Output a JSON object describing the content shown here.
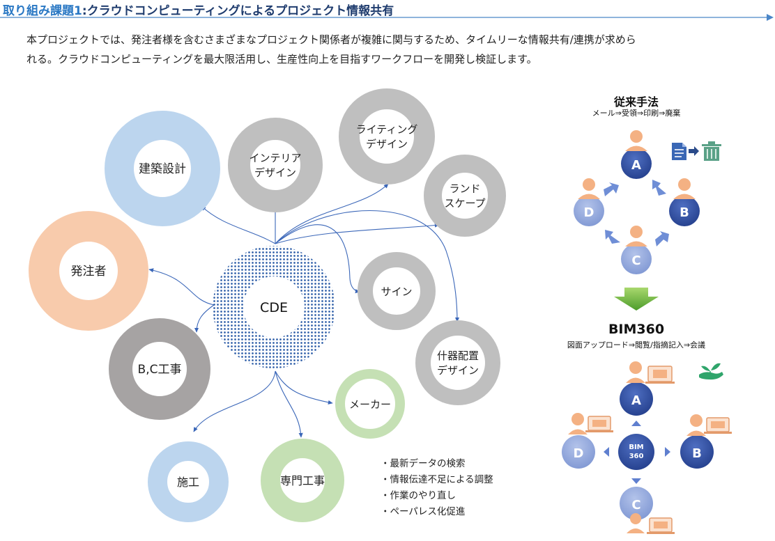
{
  "header": {
    "title_lead": "取り組み課題1",
    "title_rest": ":クラウドコンピューティングによるプロジェクト情報共有"
  },
  "intro": {
    "line1": "本プロジェクトでは、発注者様を含むさまざまなプロジェクト関係者が複雑に関与するため、タイムリーな情報共有/連携が求めら",
    "line2": "れる。クラウドコンピューティングを最大限活用し、生産性向上を目指すワークフローを開発し検証します。"
  },
  "hub": {
    "label": "CDE"
  },
  "nodes": {
    "kenchiku": {
      "label": "建築設計"
    },
    "interior": {
      "line1": "インテリア",
      "line2": "デザイン"
    },
    "lighting": {
      "line1": "ライティング",
      "line2": "デザイン"
    },
    "landscape": {
      "line1": "ランド",
      "line2": "スケープ"
    },
    "hacchusha": {
      "label": "発注者"
    },
    "sign": {
      "label": "サイン"
    },
    "bckoji": {
      "label": "B,C工事"
    },
    "juki": {
      "line1": "什器配置",
      "line2": "デザイン"
    },
    "maker": {
      "label": "メーカー"
    },
    "seko": {
      "label": "施工"
    },
    "senmon": {
      "label": "専門工事"
    }
  },
  "bullets": [
    "・最新データの検索",
    "・情報伝達不足による調整",
    "・作業のやり直し",
    "・ペーパレス化促進"
  ],
  "traditional": {
    "title": "従来手法",
    "subtitle": "メール⇒受領⇒印刷⇒廃棄",
    "nodes": {
      "a": "A",
      "b": "B",
      "c": "C",
      "d": "D"
    }
  },
  "bim": {
    "title": "BIM360",
    "subtitle": "図面アップロード⇒閲覧/指摘記入⇒会議",
    "hub_line1": "BIM",
    "hub_line2": "360",
    "nodes": {
      "a": "A",
      "b": "B",
      "c": "C",
      "d": "D"
    }
  },
  "colors": {
    "blue_ring": "#bcd5ee",
    "gray_ring": "#bfbfbf",
    "peach_ring": "#f8cbac",
    "dark_gray_ring": "#a6a3a3",
    "green_ring": "#c5e0b4",
    "hub_dots": "#2e5ea8",
    "person": "#f4b183",
    "node_blue_dark": "#2f4f9e",
    "node_blue_light": "#8fa6da",
    "green_arrow": "#5aa832",
    "accent": "#2a78c4"
  }
}
